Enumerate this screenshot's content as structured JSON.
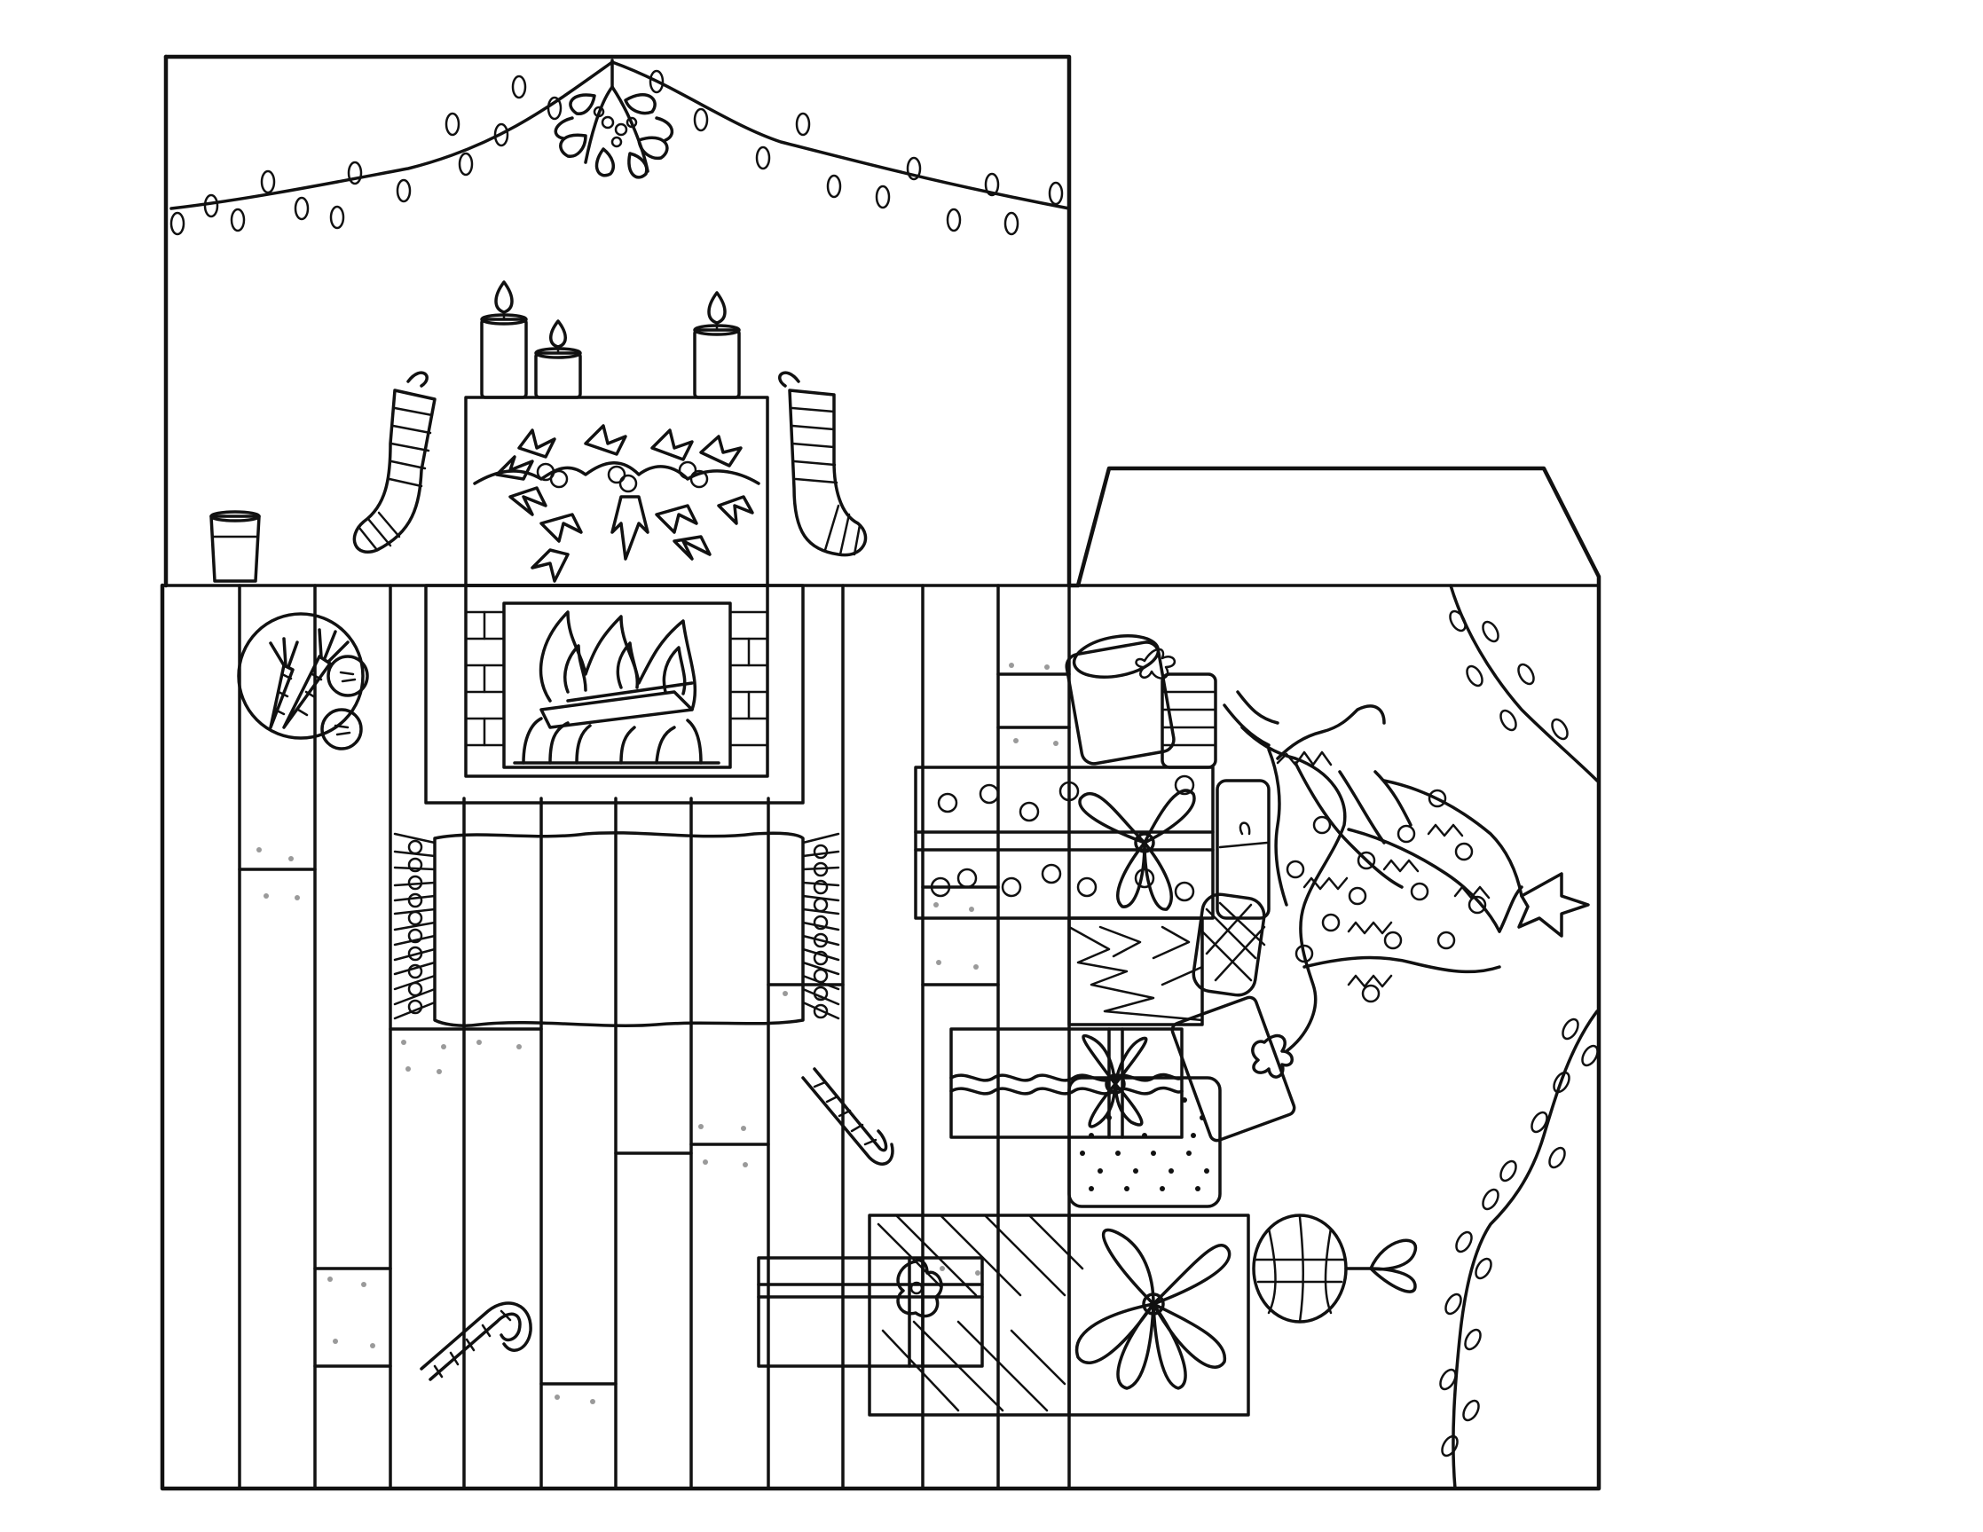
{
  "colors": {
    "ink": "#111111",
    "paper": "#ffffff",
    "speckle": "#9a9a9a"
  },
  "icons": [
    "string-lights",
    "mistletoe",
    "candle",
    "stocking",
    "holly-garland",
    "fireplace-flames",
    "milk-glass",
    "carrot-cookie-plate",
    "rug",
    "candy-cane",
    "gift-box",
    "christmas-tree",
    "star",
    "ornament"
  ]
}
